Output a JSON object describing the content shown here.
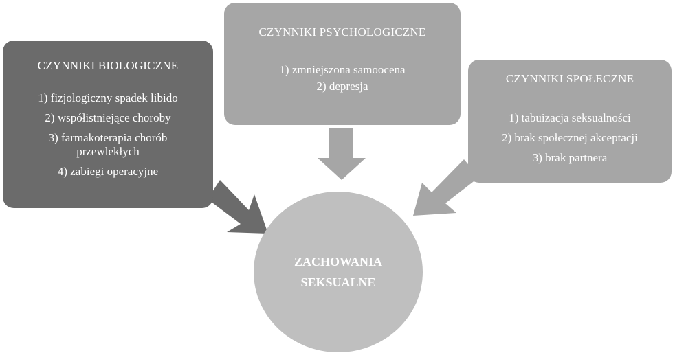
{
  "boxes": {
    "biological": {
      "title": "CZYNNIKI BIOLOGICZNE",
      "items": [
        "1) fizjologiczny spadek libido",
        "2) współistniejące choroby",
        "3) farmakoterapia chorób przewlekłych",
        "4) zabiegi operacyjne"
      ]
    },
    "psychological": {
      "title": "CZYNNIKI PSYCHOLOGICZNE",
      "items": [
        "1) zmniejszona samoocena",
        "2) depresja"
      ]
    },
    "social": {
      "title": "CZYNNIKI SPOŁECZNE",
      "items": [
        "1) tabuizacja seksualności",
        "2) brak społecznej akceptacji",
        "3) brak partnera"
      ]
    }
  },
  "center": {
    "label": "ZACHOWANIA SEKSUALNE"
  },
  "colors": {
    "biological_box": "#6b6b6b",
    "side_boxes": "#a6a6a6",
    "center_circle": "#bfbfbf",
    "arrow_left": "#6b6b6b",
    "arrow_top_right": "#a6a6a6",
    "text": "#ffffff"
  }
}
